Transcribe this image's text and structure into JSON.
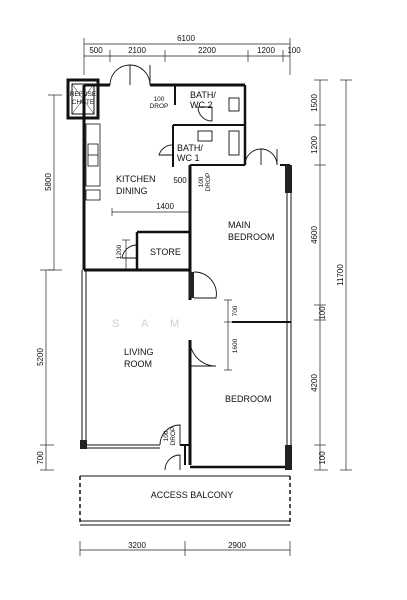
{
  "dimensions": {
    "top_total": "6100",
    "top_segments": [
      "500",
      "2100",
      "2200",
      "1200",
      "100"
    ],
    "left_overall": "5800",
    "left_living": "5200",
    "left_bottom": "700",
    "right_segments": [
      "1500",
      "1200",
      "4600",
      "100",
      "4200",
      "100"
    ],
    "right_total": "11700",
    "bottom_segments": [
      "3200",
      "2900"
    ],
    "internal": {
      "drop_100_a": "100",
      "drop_100_b": "100",
      "k500": "500",
      "k1400": "1400",
      "store_w": "1200",
      "door_700": "700",
      "door_1600": "1600",
      "drop_100_c": "100"
    }
  },
  "labels": {
    "refuse_chute": [
      "REFUSE",
      "CHUTE"
    ],
    "drop": "DROP",
    "bath_wc2": [
      "BATH/",
      "WC 2"
    ],
    "bath_wc1": [
      "BATH/",
      "WC 1"
    ],
    "kitchen_dining": [
      "KITCHEN",
      "DINING"
    ],
    "store": "STORE",
    "main_bedroom": [
      "MAIN",
      "BEDROOM"
    ],
    "living_room": [
      "LIVING",
      "ROOM"
    ],
    "bedroom": "BEDROOM",
    "access_balcony": "ACCESS  BALCONY",
    "watermark": [
      "S",
      "A",
      "M"
    ]
  }
}
